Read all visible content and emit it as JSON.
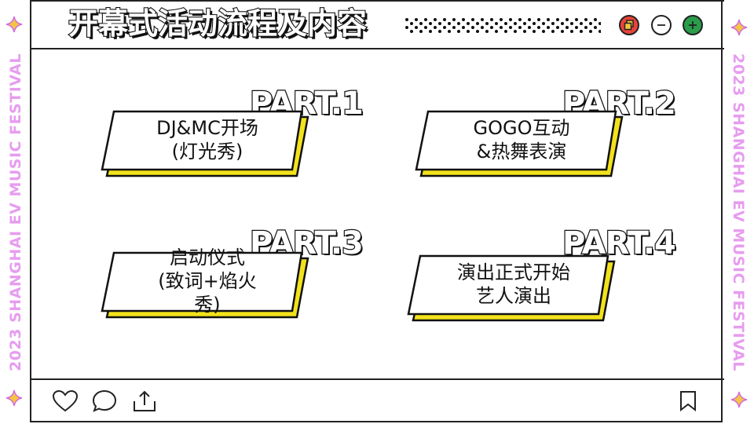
{
  "side_text": "2023 SHANGHAI EV MUSIC FESTIVAL",
  "title": "开幕式活动流程及内容",
  "colors": {
    "accent_yellow": "#f2e21c",
    "side_text": "#e79cf0",
    "star": "#f4c542",
    "star_outline": "#d36be0",
    "btn_red": "#e8433a",
    "btn_green": "#2a9d4a"
  },
  "window_buttons": [
    {
      "icon": "restore-icon"
    },
    {
      "icon": "minimize-icon"
    },
    {
      "icon": "add-icon"
    }
  ],
  "parts": [
    {
      "label": "PART.1",
      "text": "DJ&MC开场\n(灯光秀)"
    },
    {
      "label": "PART.2",
      "text": "GOGO互动\n&热舞表演"
    },
    {
      "label": "PART.3",
      "text": "启动仪式\n(致词+焰火\n秀)"
    },
    {
      "label": "PART.4",
      "text": "演出正式开始\n艺人演出"
    }
  ],
  "bottom_icons": [
    "heart-icon",
    "comment-icon",
    "share-icon",
    "bookmark-icon"
  ]
}
